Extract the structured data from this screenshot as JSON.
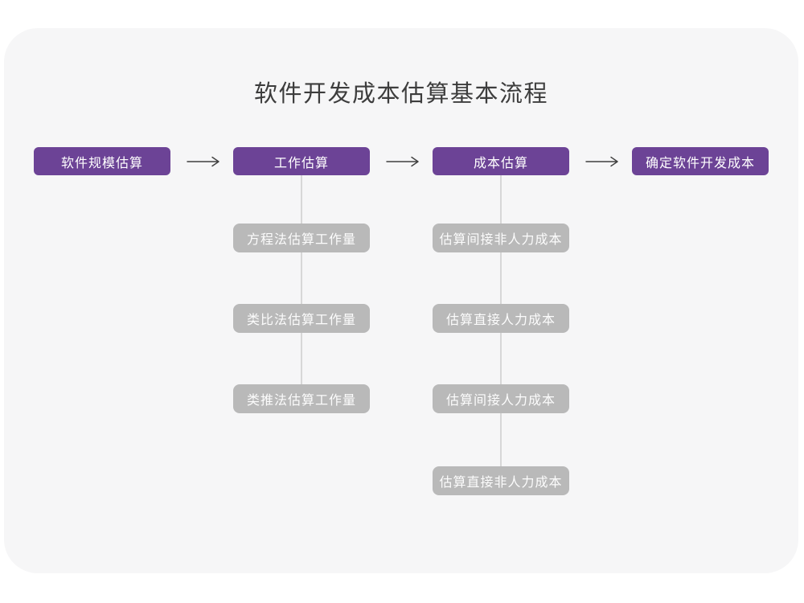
{
  "page": {
    "title": "软件开发成本估算基本流程"
  },
  "colors": {
    "page_bg": "#ffffff",
    "card_bg": "#f6f6f7",
    "primary_purple": "#6c4396",
    "gray_node": "#b9b9b9",
    "connector": "#d7d7d7",
    "arrow": "#3f3f3f",
    "title_text": "#3d3d3d",
    "node_text": "#fcfcfc"
  },
  "flow": {
    "main_steps": [
      {
        "label": "软件规模估算"
      },
      {
        "label": "工作估算"
      },
      {
        "label": "成本估算"
      },
      {
        "label": "确定软件开发成本"
      }
    ],
    "work_estimation_methods": [
      {
        "label": "方程法估算工作量"
      },
      {
        "label": "类比法估算工作量"
      },
      {
        "label": "类推法估算工作量"
      }
    ],
    "cost_estimation_methods": [
      {
        "label": "估算间接非人力成本"
      },
      {
        "label": "估算直接人力成本"
      },
      {
        "label": "估算间接人力成本"
      },
      {
        "label": "估算直接非人力成本"
      }
    ]
  }
}
